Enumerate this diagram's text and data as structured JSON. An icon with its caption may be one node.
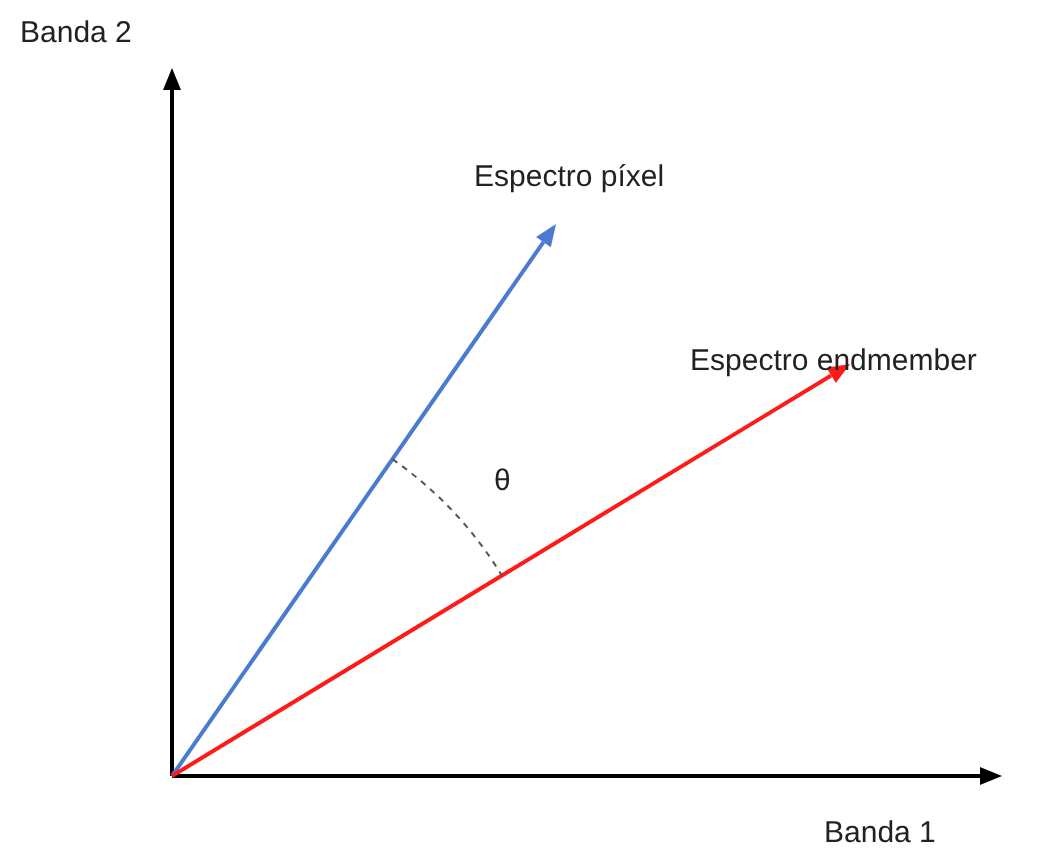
{
  "diagram": {
    "labels": [
      "Banda 2",
      "Espectro píxel",
      "θ",
      "Espectro endmember",
      "Banda 1"
    ]
  }
}
